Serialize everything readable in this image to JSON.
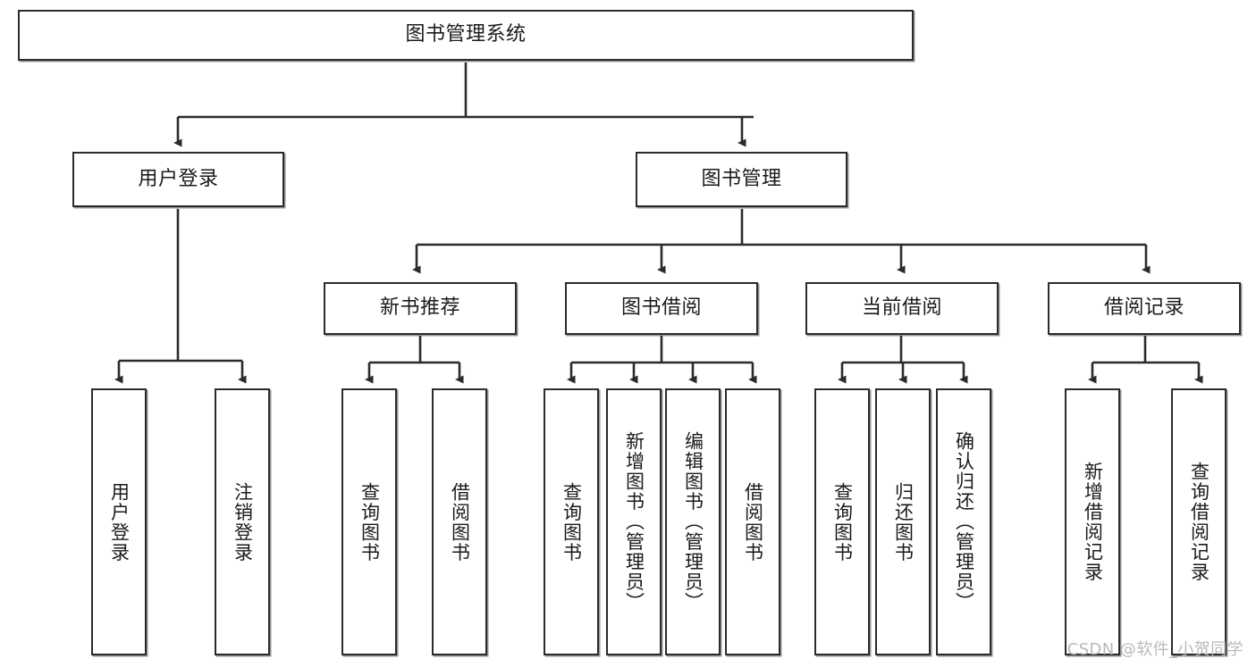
{
  "diagram": {
    "title": "图书管理系统",
    "type": "tree-hierarchy-diagram",
    "colors": {
      "box_border": "#2b2b2b",
      "box_fill": "#ffffff",
      "edge": "#2b2b2b",
      "text": "#1b1b1b",
      "watermark": "#b9b9b9"
    },
    "root": {
      "label": "图书管理系统"
    },
    "level2": [
      {
        "label": "用户登录"
      },
      {
        "label": "图书管理"
      }
    ],
    "level3": [
      {
        "label": "新书推荐"
      },
      {
        "label": "图书借阅"
      },
      {
        "label": "当前借阅"
      },
      {
        "label": "借阅记录"
      }
    ],
    "leaves": {
      "user_login": [
        {
          "label": "用户登录"
        },
        {
          "label": "注销登录"
        }
      ],
      "new_book_recommend": [
        {
          "label": "查询图书"
        },
        {
          "label": "借阅图书"
        }
      ],
      "book_borrow": [
        {
          "label": "查询图书"
        },
        {
          "label": "新增图书（管理员）"
        },
        {
          "label": "编辑图书（管理员）"
        },
        {
          "label": "借阅图书"
        }
      ],
      "current_borrow": [
        {
          "label": "查询图书"
        },
        {
          "label": "归还图书"
        },
        {
          "label": "确认归还（管理员）"
        }
      ],
      "borrow_record": [
        {
          "label": "新增借阅记录"
        },
        {
          "label": "查询借阅记录"
        }
      ]
    }
  },
  "watermark": {
    "text": "CSDN @软件_小贺同学"
  }
}
